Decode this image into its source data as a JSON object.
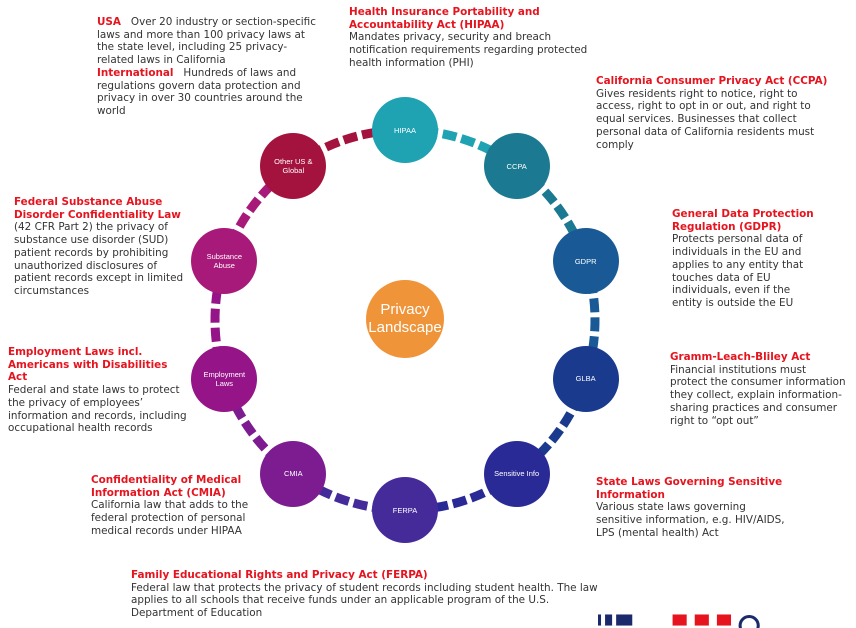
{
  "center": {
    "line1": "Privacy",
    "line2": "Landscape"
  },
  "colors": {
    "center": "#F0943A",
    "title": "#E5141E",
    "nodes": [
      "#1FA2B2",
      "#1B7A91",
      "#195A96",
      "#1A3A8D",
      "#2A2A96",
      "#452B9A",
      "#7D1C91",
      "#951488",
      "#A71A79",
      "#A4123E"
    ]
  },
  "nodes": [
    {
      "label": "HIPAA",
      "icon": "node-circle"
    },
    {
      "label": "CCPA",
      "icon": "node-circle"
    },
    {
      "label": "GDPR",
      "icon": "node-circle"
    },
    {
      "label": "GLBA",
      "icon": "node-circle"
    },
    {
      "label": "Sensitive Info",
      "icon": "node-circle"
    },
    {
      "label": "FERPA",
      "icon": "node-circle"
    },
    {
      "label": "CMIA",
      "icon": "node-circle"
    },
    {
      "label": "Employment Laws",
      "icon": "node-circle"
    },
    {
      "label": "Substance Abuse",
      "icon": "node-circle"
    },
    {
      "label": "Other US & Global",
      "icon": "node-circle"
    }
  ],
  "descriptions": {
    "other": {
      "usa_label": "USA",
      "usa_text": "Over 20 industry or section-specific laws and more than 100 privacy laws at the state level, including 25 privacy-related laws in California",
      "intl_label": "International",
      "intl_text": "Hundreds of laws and regulations govern data protection and privacy in over 30 countries around the world"
    },
    "hipaa": {
      "title": "Health Insurance Portability and Accountability Act (HIPAA)",
      "text": "Mandates privacy, security and breach notification requirements regarding protected health information (PHI)"
    },
    "ccpa": {
      "title": "California Consumer Privacy Act (CCPA)",
      "text": "Gives residents right to notice, right to access, right to opt in or out, and right to equal services. Businesses that collect personal data of California residents must comply"
    },
    "gdpr": {
      "title": "General Data Protection Regulation (GDPR)",
      "text": "Protects personal data of individuals in the EU and applies to any entity that touches data of EU individuals, even if the entity is outside the EU"
    },
    "glba": {
      "title": "Gramm-Leach-Bliley Act",
      "text": "Financial institutions must protect the consumer information they collect, explain information-sharing practices and consumer right to “opt out”"
    },
    "sensitive": {
      "title": "State Laws Governing Sensitive Information",
      "text": "Various state laws governing sensitive information, e.g. HIV/AIDS, LPS (mental health) Act"
    },
    "ferpa": {
      "title": "Family Educational Rights and Privacy Act (FERPA)",
      "text": "Federal law that protects the privacy of student records including student health. The law applies to all schools that receive funds under an applicable program of the U.S. Department of Education"
    },
    "cmia": {
      "title": "Confidentiality of Medical Information Act (CMIA)",
      "text": "California law that adds to the federal protection of personal medical records under HIPAA"
    },
    "employment": {
      "title": "Employment Laws incl. Americans with Disabilities Act",
      "text": "Federal and state laws to protect the privacy of employees’ information and records, including occupational health records"
    },
    "substance": {
      "title": "Federal Substance Abuse Disorder Confidentiality Law",
      "text": "(42 CFR Part 2) the privacy of substance use disorder (SUD) patient records by prohibiting unauthorized disclosures of patient records except in limited circumstances"
    }
  }
}
